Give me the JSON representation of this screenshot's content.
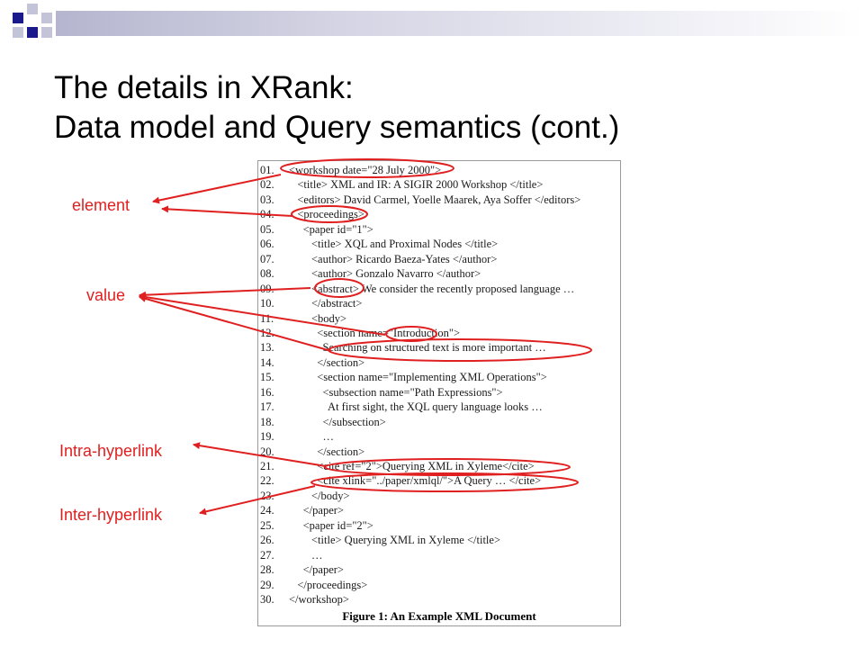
{
  "slide": {
    "title_line1": "The details in XRank:",
    "title_line2": "Data model and Query semantics (cont.)"
  },
  "colors": {
    "accent": "#e02020",
    "deco_dark": "#1a1a8c",
    "deco_light": "#b5b5cf"
  },
  "figure": {
    "lines": [
      {
        "n": "01.",
        "t": "<workshop date=\"28 July 2000\">"
      },
      {
        "n": "02.",
        "t": "   <title> XML and IR: A SIGIR 2000 Workshop </title>"
      },
      {
        "n": "03.",
        "t": "   <editors> David Carmel, Yoelle Maarek, Aya Soffer </editors>"
      },
      {
        "n": "04.",
        "t": "   <proceedings>"
      },
      {
        "n": "05.",
        "t": "     <paper id=\"1\">"
      },
      {
        "n": "06.",
        "t": "        <title> XQL and Proximal Nodes </title>"
      },
      {
        "n": "07.",
        "t": "        <author> Ricardo Baeza-Yates </author>"
      },
      {
        "n": "08.",
        "t": "        <author> Gonzalo Navarro </author>"
      },
      {
        "n": "09.",
        "t": "        <abstract> We consider the recently proposed language …"
      },
      {
        "n": "10.",
        "t": "        </abstract>"
      },
      {
        "n": "11.",
        "t": "        <body>"
      },
      {
        "n": "12.",
        "t": "          <section name=\"Introduction\">"
      },
      {
        "n": "13.",
        "t": "            Searching on structured text is more important …"
      },
      {
        "n": "14.",
        "t": "          </section>"
      },
      {
        "n": "15.",
        "t": "          <section name=\"Implementing XML Operations\">"
      },
      {
        "n": "16.",
        "t": "            <subsection name=\"Path Expressions\">"
      },
      {
        "n": "17.",
        "t": "              At first sight, the XQL query language looks …"
      },
      {
        "n": "18.",
        "t": "            </subsection>"
      },
      {
        "n": "19.",
        "t": "            …"
      },
      {
        "n": "20.",
        "t": "          </section>"
      },
      {
        "n": "21.",
        "t": "          <cite ref=\"2\">Querying XML in Xyleme</cite>"
      },
      {
        "n": "22.",
        "t": "          <cite xlink=\"../paper/xmlql/\">A Query … </cite>"
      },
      {
        "n": "23.",
        "t": "        </body>"
      },
      {
        "n": "24.",
        "t": "     </paper>"
      },
      {
        "n": "25.",
        "t": "     <paper id=\"2\">"
      },
      {
        "n": "26.",
        "t": "        <title> Querying XML in Xyleme </title>"
      },
      {
        "n": "27.",
        "t": "        …"
      },
      {
        "n": "28.",
        "t": "     </paper>"
      },
      {
        "n": "29.",
        "t": "   </proceedings>"
      },
      {
        "n": "30.",
        "t": "</workshop>"
      }
    ],
    "caption": "Figure 1: An Example XML Document"
  },
  "annotations": {
    "element": "element",
    "value": "value",
    "intra": "Intra-hyperlink",
    "inter": "Inter-hyperlink"
  }
}
